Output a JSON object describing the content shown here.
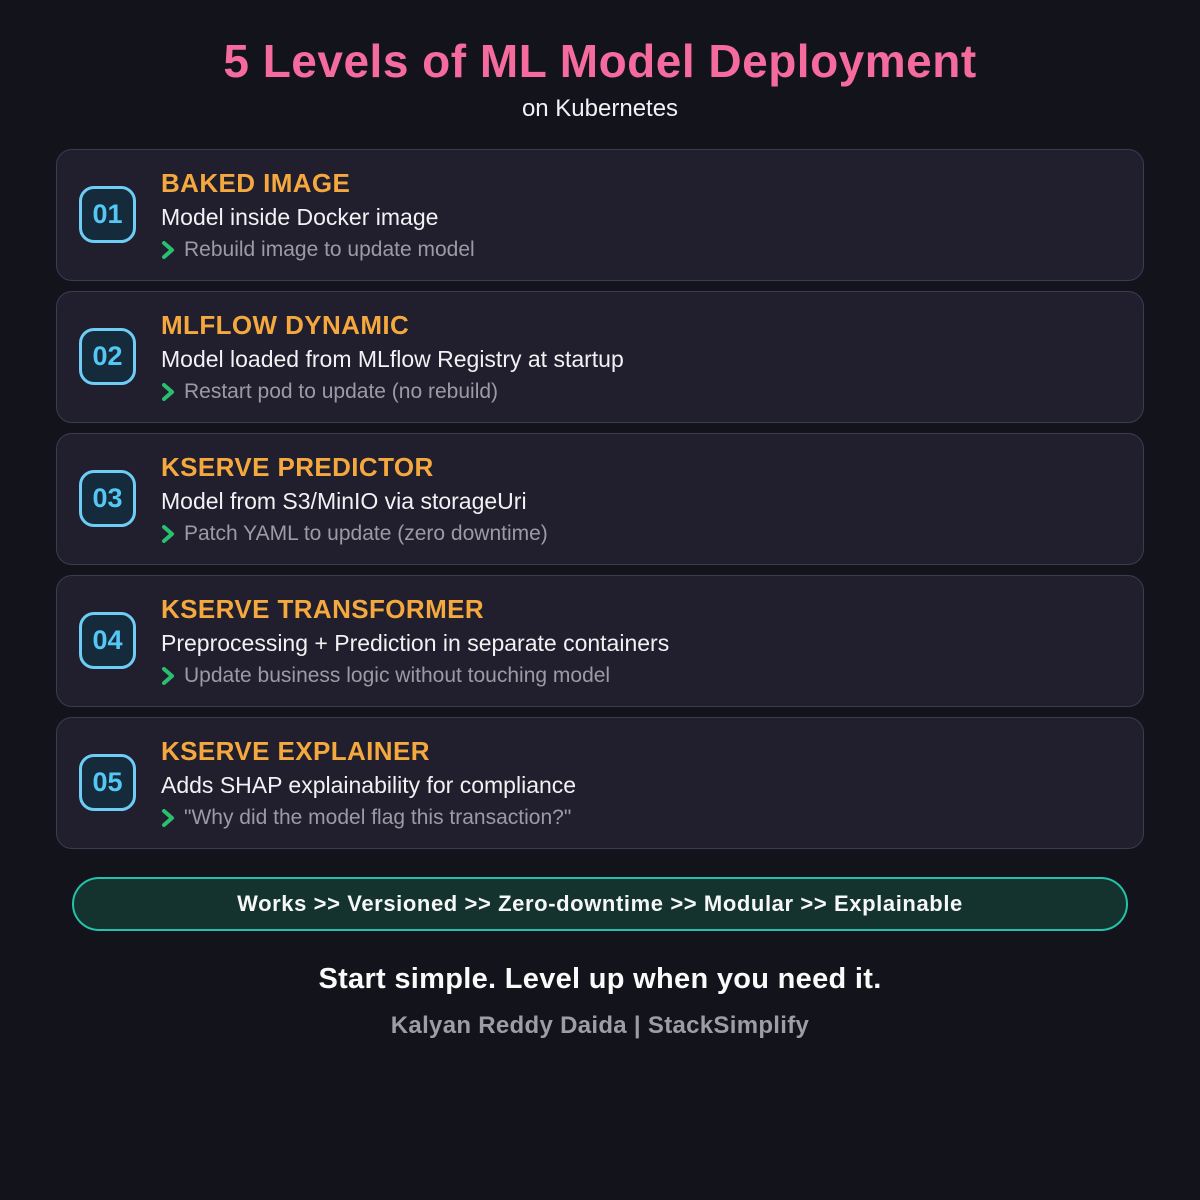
{
  "page": {
    "title": "5 Levels of ML Model Deployment",
    "subtitle": "on Kubernetes"
  },
  "levels": [
    {
      "number": "01",
      "title": "BAKED IMAGE",
      "description": "Model inside Docker image",
      "note": "Rebuild image to update model"
    },
    {
      "number": "02",
      "title": "MLFLOW DYNAMIC",
      "description": "Model loaded from MLflow Registry at startup",
      "note": "Restart pod to update (no rebuild)"
    },
    {
      "number": "03",
      "title": "KSERVE PREDICTOR",
      "description": "Model from S3/MinIO via storageUri",
      "note": "Patch YAML to update (zero downtime)"
    },
    {
      "number": "04",
      "title": "KSERVE TRANSFORMER",
      "description": "Preprocessing + Prediction in separate containers",
      "note": "Update business logic without touching model"
    },
    {
      "number": "05",
      "title": "KSERVE EXPLAINER",
      "description": "Adds SHAP explainability for compliance",
      "note": "\"Why did the model flag this transaction?\""
    }
  ],
  "banner": {
    "text": "Works >> Versioned >> Zero-downtime >> Modular >> Explainable"
  },
  "footer": {
    "tagline": "Start simple. Level up when you need it.",
    "credit": "Kalyan Reddy Daida  |  StackSimplify"
  },
  "colors": {
    "background": "#13131c",
    "card_background": "#211f2d",
    "title_pink": "#f66b9d",
    "heading_orange": "#f4a83e",
    "badge_cyan": "#54c7f4",
    "note_gray": "#9b9ba6",
    "chevron_green": "#2abf6e",
    "banner_border_teal": "#25c1a9",
    "banner_fill": "#15332e"
  }
}
